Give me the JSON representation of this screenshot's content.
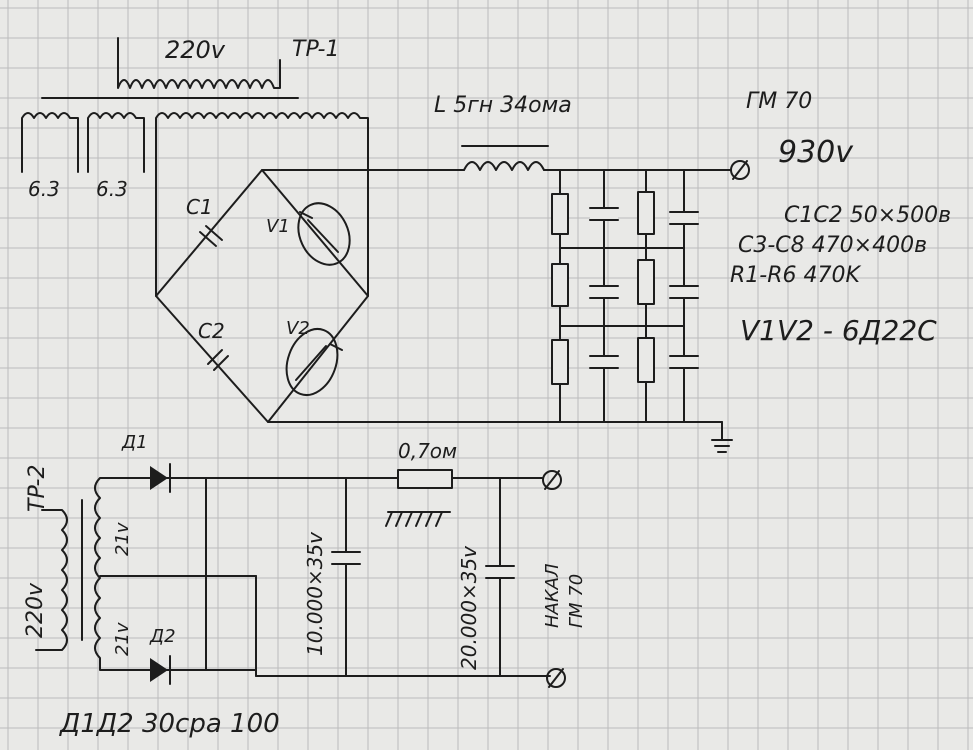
{
  "tr1": {
    "label": "TP-1",
    "primary": "220v"
  },
  "tr1_secondaries": {
    "fil1": "6.3",
    "fil2": "6.3"
  },
  "c1": "C1",
  "c2": "C2",
  "v1": "V1",
  "v2": "V2",
  "choke": "L 5гн 34oмa",
  "anode": {
    "tube": "ГМ 70",
    "voltage": "930v"
  },
  "spec": {
    "c1c2": "C1C2 50×500в",
    "c3c8": "C3-C8 470×400в",
    "r1r6": "R1-R6 470K",
    "tubes": "V1V2 - 6Д22С"
  },
  "tr2": {
    "label": "TP-2",
    "primary": "220v",
    "sec_top": "21v",
    "sec_bottom": "21v"
  },
  "d1": "Д1",
  "d2": "Д2",
  "cap_10000": "10.000×35v",
  "resistor_lv": "0,7oм",
  "cap_20000": "20.000×35v",
  "heater": {
    "line1": "НАКАЛ",
    "line2": "ГМ 70"
  },
  "diodes_note": "Д1Д2 30сра 100",
  "colors": {
    "paper": "#e9e9e7",
    "grid": "#bcbcbc",
    "ink": "#1d1d1d"
  }
}
